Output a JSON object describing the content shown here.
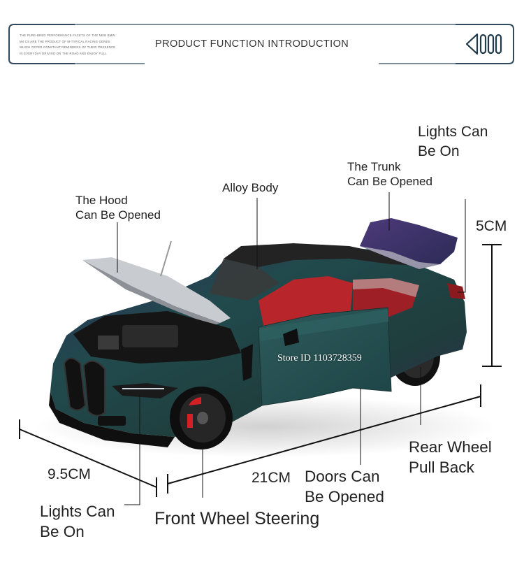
{
  "header": {
    "title": "PRODUCT FUNCTION INTRODUCTION",
    "tagline_lines": [
      "THE PURE-BRED PERFORMANCE FACETS OF THE NEW BMW",
      "M4 CS ARE THE PRODUCT OF M-TYPICAL RACING GENES",
      "WHICH OFFER CONSTANT REMINDERS OF THEIR PRESENCE",
      "IN EVERYDAY DRIVING ON THE ROAD AND ENJOY FULL"
    ],
    "back_icon": "back-arrow-icon",
    "border_color": "#2f4a5c"
  },
  "callouts": {
    "hood": [
      "The Hood",
      "Can Be Opened"
    ],
    "alloy_body": "Alloy Body",
    "trunk": [
      "The Trunk",
      "Can Be Opened"
    ],
    "lights_rear": [
      "Lights Can",
      "Be On"
    ],
    "lights_front": [
      "Lights Can",
      "Be On"
    ],
    "front_wheel": "Front Wheel Steering",
    "doors": [
      "Doors Can",
      "Be Opened"
    ],
    "rear_wheel": [
      "Rear Wheel",
      "Pull Back"
    ]
  },
  "dimensions": {
    "height": "5CM",
    "width": "9.5CM",
    "length": "21CM"
  },
  "watermark": "Store ID 1103728359",
  "colors": {
    "paint_dark": "#1f3d3c",
    "paint_accent": "#3b2f63",
    "roof": "#252525",
    "interior": "#b8262b",
    "caliper": "#d51f25"
  }
}
